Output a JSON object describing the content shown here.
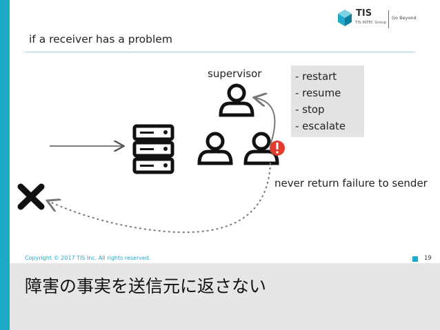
{
  "slide": {
    "title": "if a receiver has a problem",
    "supervisor_label": "supervisor",
    "strategies": [
      "- restart",
      "- resume",
      "- stop",
      "- escalate"
    ],
    "failure_note": "never return failure to sender",
    "caption": "障害の事実を送信元に返さない"
  },
  "logo": {
    "name": "TIS",
    "group": "TIS INTEC Group",
    "slogan": "Go Beyond"
  },
  "footer": {
    "copyright": "Copyright © 2017 TIS Inc. All rights reserved.",
    "page_number": "19"
  },
  "colors": {
    "accent": "#1fa9c9",
    "warning": "#e23b2e",
    "icon": "#111111"
  },
  "icons": [
    "server-icon",
    "person-icon",
    "warning-icon",
    "cross-icon",
    "logo-mark"
  ]
}
